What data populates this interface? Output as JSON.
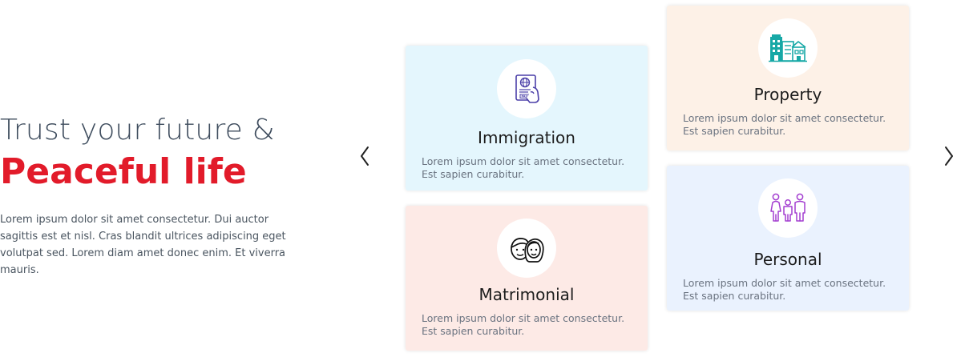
{
  "hero": {
    "title_line1": "Trust your future &",
    "title_line2": "Peaceful life",
    "description": "Lorem ipsum dolor sit amet consectetur. Dui auctor sagittis est et nisl. Cras blandit ultrices adipiscing eget volutpat sed. Lorem diam amet donec enim. Et viverra mauris."
  },
  "carousel": {
    "prev_icon": "chevron-left-icon",
    "next_icon": "chevron-right-icon",
    "cards": [
      {
        "title": "Immigration",
        "description": "Lorem ipsum dolor sit amet consectetur. Est sapien curabitur.",
        "icon": "passport-icon",
        "background": "#e4f6fd"
      },
      {
        "title": "Matrimonial",
        "description": "Lorem ipsum dolor sit amet consectetur. Est sapien curabitur.",
        "icon": "couple-faces-icon",
        "background": "#fdeae6"
      },
      {
        "title": "Property",
        "description": "Lorem ipsum dolor sit amet consectetur. Est sapien curabitur.",
        "icon": "buildings-icon",
        "background": "#fdf1e7"
      },
      {
        "title": "Personal",
        "description": "Lorem ipsum dolor sit amet consectetur. Est sapien curabitur.",
        "icon": "family-icon",
        "background": "#eaf2fe"
      }
    ]
  },
  "colors": {
    "accent_red": "#e21b2a",
    "heading_gray": "#3f4d5e",
    "passport_icon": "#4b3fa8",
    "buildings_icon": "#17a8a6",
    "family_icon": "#a33ed0"
  }
}
